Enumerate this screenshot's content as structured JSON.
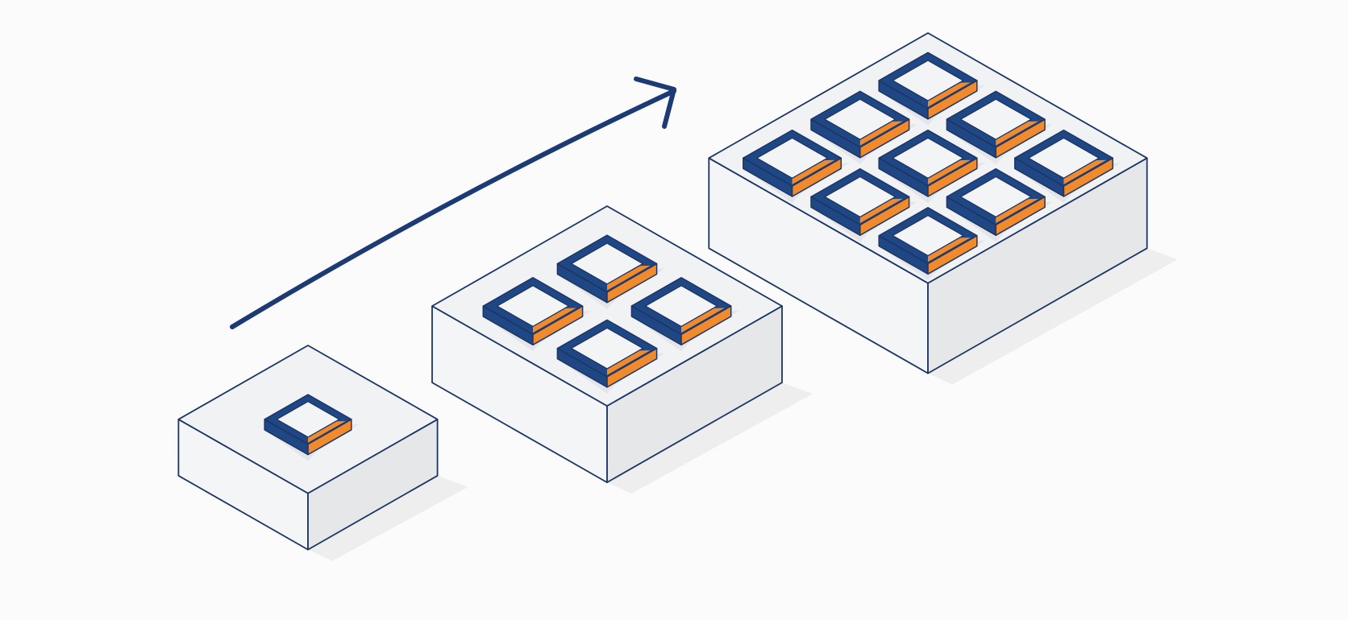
{
  "illustration": {
    "subject": "isometric-scaling-platforms",
    "colors": {
      "background": "#fbfbfb",
      "outline": "#1c3566",
      "navy": "#1f4784",
      "orange": "#f08a2c",
      "top_face": "#f1f2f3",
      "left_face": "#f4f5f6",
      "right_face": "#e6e7e9",
      "shadow": "#eeeeef",
      "arrow": "#1c3a73"
    },
    "arrow": {
      "direction": "up-right",
      "icon": "trend-arrow"
    },
    "blocks": [
      {
        "name": "small-block",
        "modules_per_side": 1,
        "module_count": 1
      },
      {
        "name": "medium-block",
        "modules_per_side": 2,
        "module_count": 4
      },
      {
        "name": "large-block",
        "modules_per_side": 3,
        "module_count": 9
      }
    ]
  }
}
